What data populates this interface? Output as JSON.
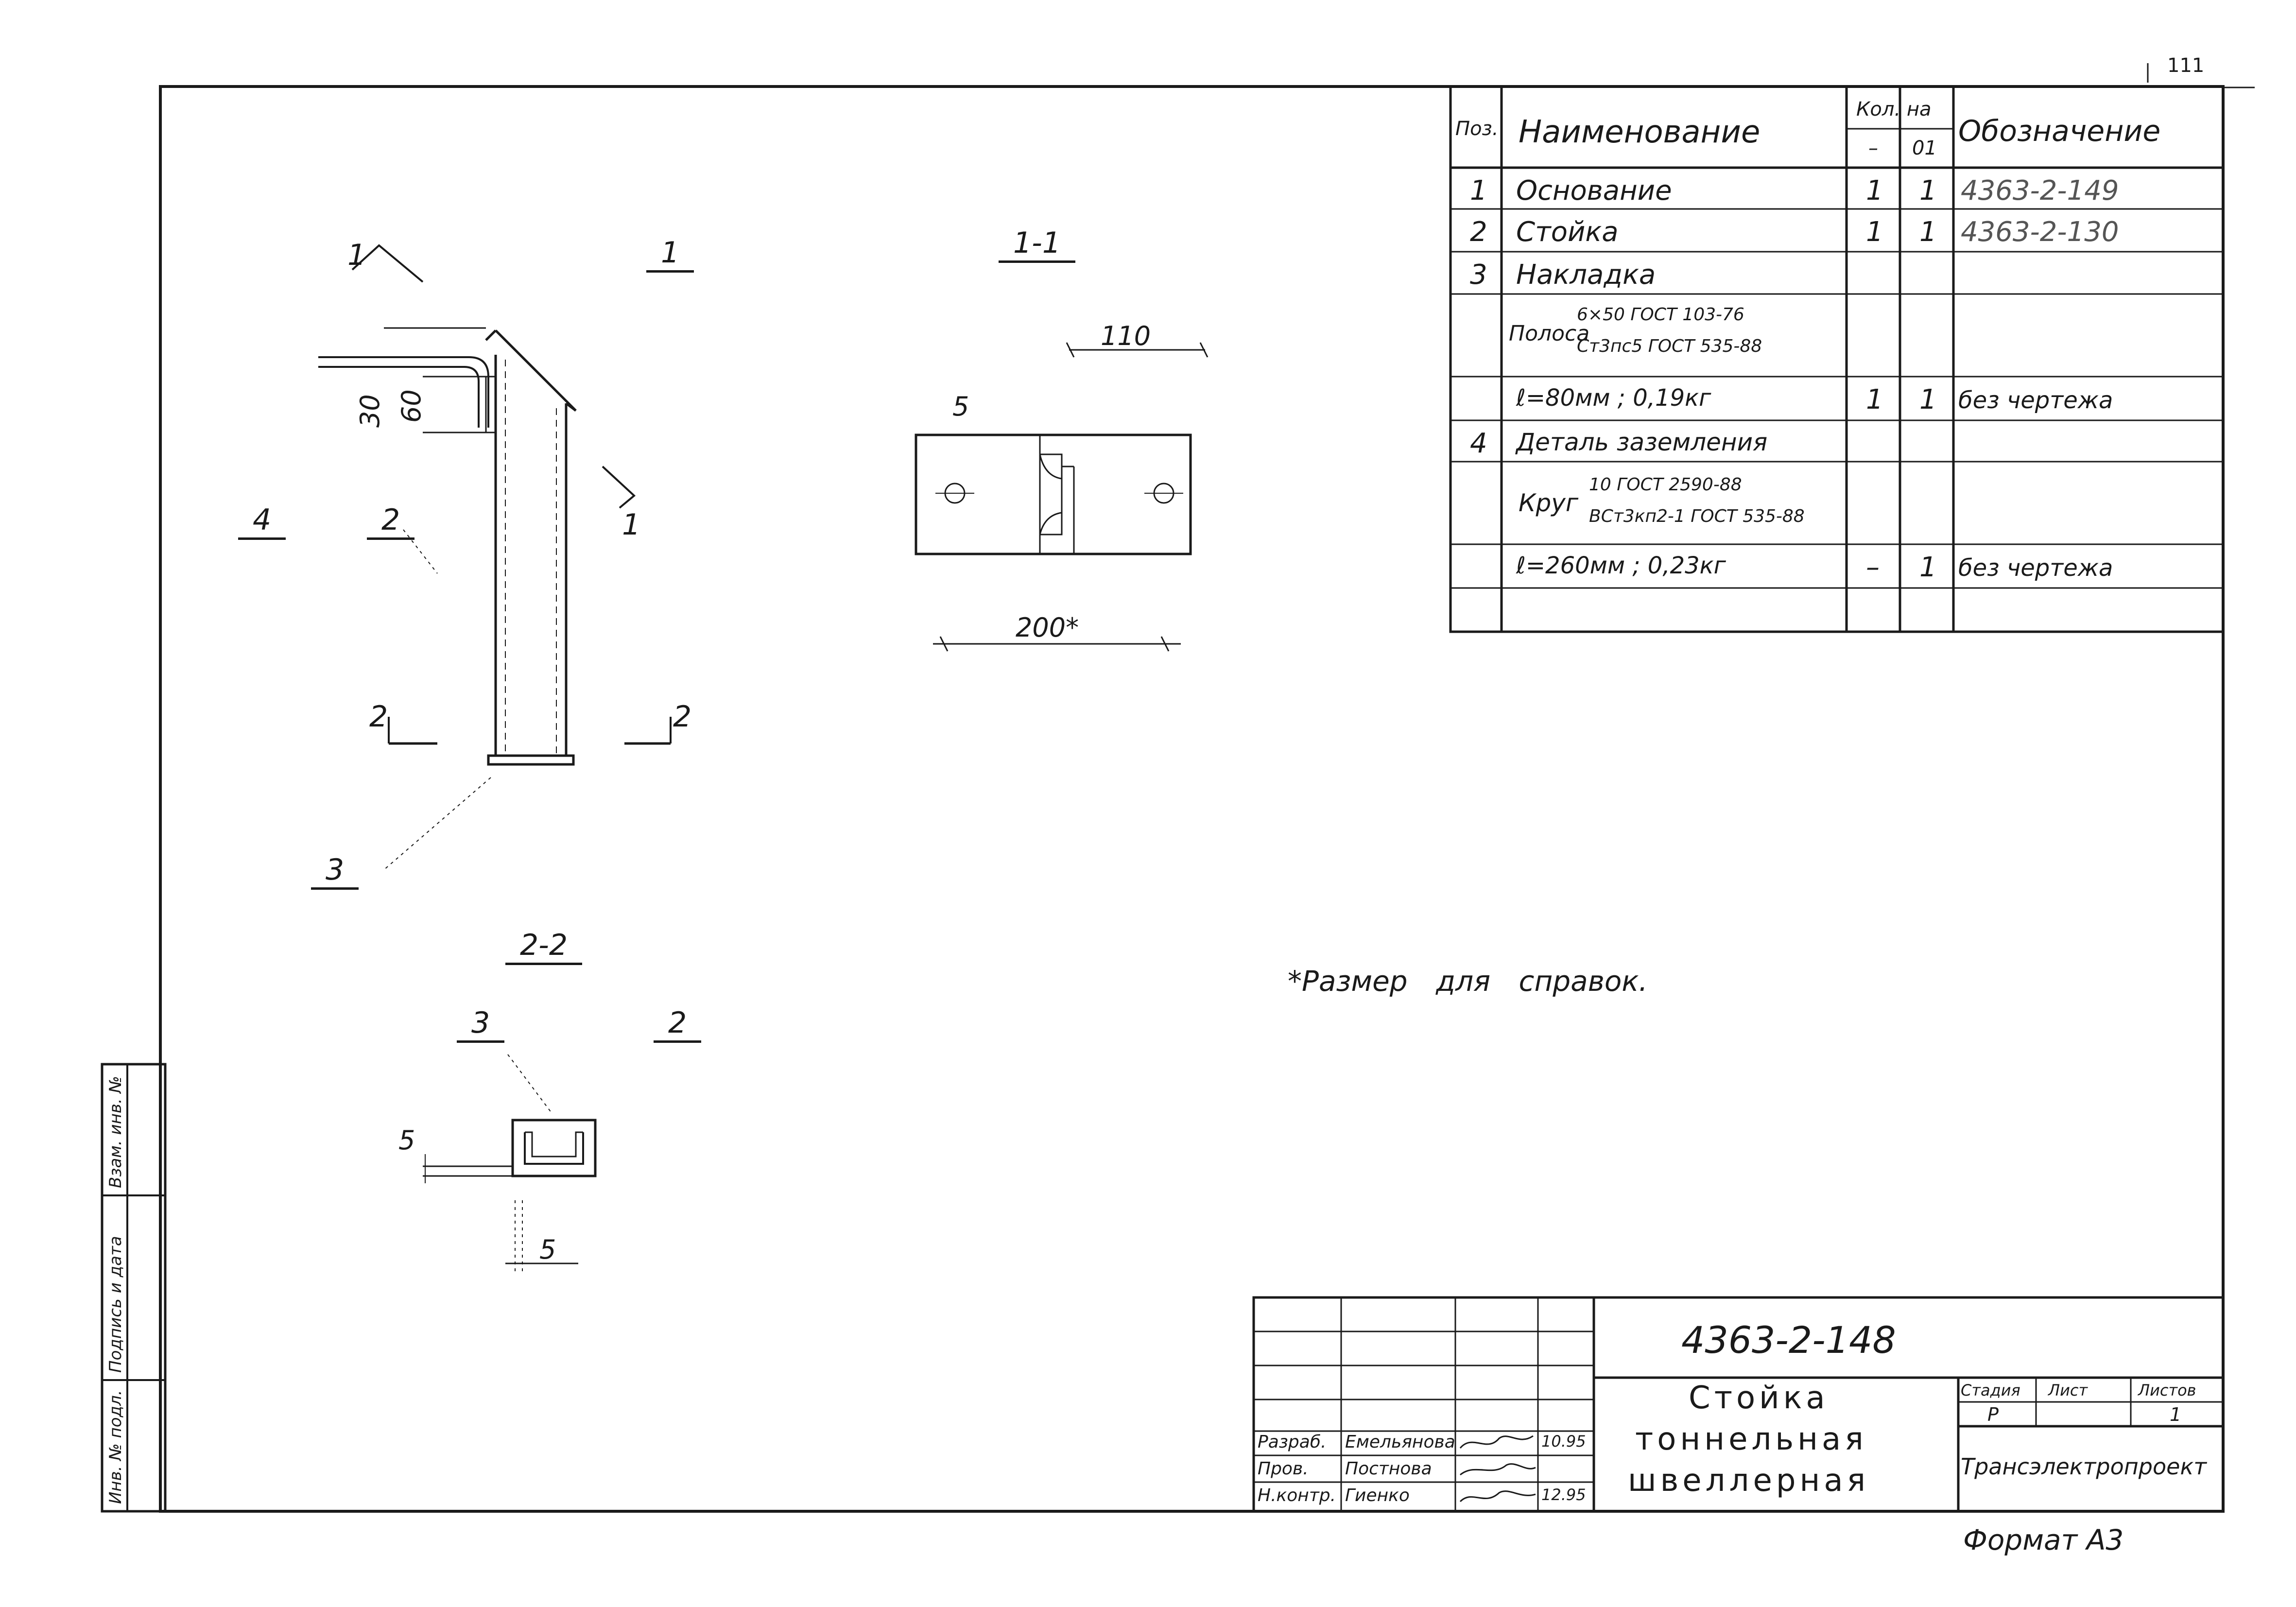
{
  "sheet_number_top": "111",
  "spec_table": {
    "headers": {
      "pos": "Поз.",
      "name": "Наименование",
      "qty": "Кол. на",
      "qty_col1": "–",
      "qty_col2": "01",
      "designation": "Обозначение"
    },
    "rows": [
      {
        "pos": "1",
        "name": "Основание",
        "q1": "1",
        "q2": "1",
        "designation": "4363-2-149"
      },
      {
        "pos": "2",
        "name": "Стойка",
        "q1": "1",
        "q2": "1",
        "designation": "4363-2-130"
      },
      {
        "pos": "3",
        "name": "Накладка",
        "q1": "",
        "q2": "",
        "designation": ""
      },
      {
        "pos": "",
        "name": "Полоса",
        "name_top": "6×50 ГОСТ 103-76",
        "name_bottom": "Ст3пс5 ГОСТ 535-88",
        "q1": "",
        "q2": "",
        "designation": ""
      },
      {
        "pos": "",
        "name": "ℓ=80мм ; 0,19кг",
        "q1": "1",
        "q2": "1",
        "designation": "без чертежа"
      },
      {
        "pos": "4",
        "name": "Деталь заземления",
        "q1": "",
        "q2": "",
        "designation": ""
      },
      {
        "pos": "",
        "name": "Круг",
        "name_top": "10 ГОСТ 2590-88",
        "name_bottom": "ВСт3кп2-1 ГОСТ 535-88",
        "q1": "",
        "q2": "",
        "designation": ""
      },
      {
        "pos": "",
        "name": "ℓ=260мм ; 0,23кг",
        "q1": "–",
        "q2": "1",
        "designation": "без чертежа"
      }
    ]
  },
  "views": {
    "main_title": "1",
    "section_1_title": "1-1",
    "section_2_title": "2-2",
    "cut_mark_1_left": "1",
    "cut_mark_1_right": "1",
    "cut_mark_2_left": "2",
    "cut_mark_2_right": "2",
    "callout_4": "4",
    "callout_2": "2",
    "callout_3": "3",
    "callout_2b": "2",
    "callout_3b": "3",
    "dim_30": "30",
    "dim_60": "60",
    "dim_110": "110",
    "dim_5_top": "5",
    "dim_200": "200*",
    "dim_5_a": "5",
    "dim_5_b": "5"
  },
  "note": "*Размер для справок.",
  "title_block": {
    "doc_code": "4363-2-148",
    "title_line1": "Стойка",
    "title_line2": "тоннельная",
    "title_line3": "швеллерная",
    "stage_label": "Стадия",
    "sheet_label": "Лист",
    "sheets_label": "Листов",
    "stage_value": "Р",
    "sheet_value": "",
    "sheets_value": "1",
    "organization": "Трансэлектропроект",
    "roles": [
      {
        "role": "Разраб.",
        "name": "Емельянова",
        "date": "10.95"
      },
      {
        "role": "Пров.",
        "name": "Постнова",
        "date": ""
      },
      {
        "role": "Н.контр.",
        "name": "Гиенко",
        "date": "12.95"
      }
    ]
  },
  "side_stamp": {
    "inv_podl": "Инв. № подл.",
    "podpis_data": "Подпись и дата",
    "vzam_inv": "Взам. инв. №"
  },
  "format": "Формат А3"
}
